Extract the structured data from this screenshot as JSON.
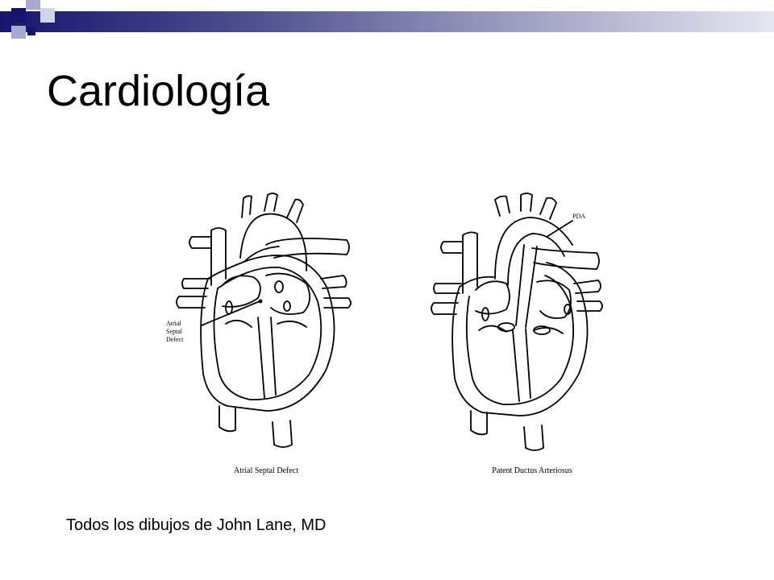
{
  "slide": {
    "title": "Cardiología",
    "credit": "Todos los dibujos de John Lane, MD"
  },
  "figures": [
    {
      "caption": "Atrial Septal Defect",
      "annotation_lines": [
        "Atrial",
        "Septal",
        "Defect"
      ]
    },
    {
      "caption": "Patent Ductus Arteriosus",
      "annotation": "PDA"
    }
  ],
  "colors": {
    "accent_navy": "#141470",
    "accent_lavender": "#a8a8d0",
    "accent_pale": "#d2d2e8",
    "line_art": "#000000"
  }
}
